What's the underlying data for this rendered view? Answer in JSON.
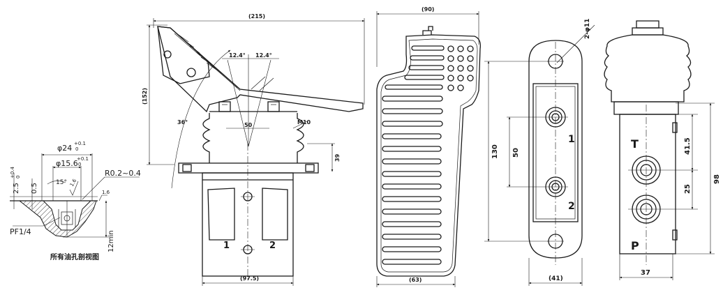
{
  "detail": {
    "dia24": "φ24",
    "tol24_up": "+0.1",
    "tol24_dn": "0",
    "dia156": "φ15.6",
    "tol156_up": "+0.1",
    "tol156_dn": "0",
    "depth": "2.5",
    "depth_up": "+0.4",
    "depth_dn": "0",
    "step": "0.5",
    "angle": "15°",
    "radius": "R0.2~0.4",
    "thread": "PF1/4",
    "min_depth": "12min",
    "rough1": "1.6",
    "rough2": "1.6",
    "caption": "所有油孔剖视图"
  },
  "side_view": {
    "width": "(215)",
    "height": "(152)",
    "angle_left": "12.4°",
    "angle_right": "12.4°",
    "swing": "36°",
    "center": "50",
    "bolt": "M10",
    "body_h": "39",
    "base_w": "(97.5)",
    "port1": "1",
    "port2": "2"
  },
  "pedal_view": {
    "width_top": "(90)",
    "width_bottom": "(63)"
  },
  "front_view": {
    "holes": "2-φ11",
    "height": "130",
    "spacing": "50",
    "width": "(41)",
    "port1": "1",
    "port2": "2"
  },
  "right_view": {
    "dim_t": "41.5",
    "dim_p": "25",
    "height": "98",
    "width": "37",
    "port_t": "T",
    "port_p": "P"
  }
}
